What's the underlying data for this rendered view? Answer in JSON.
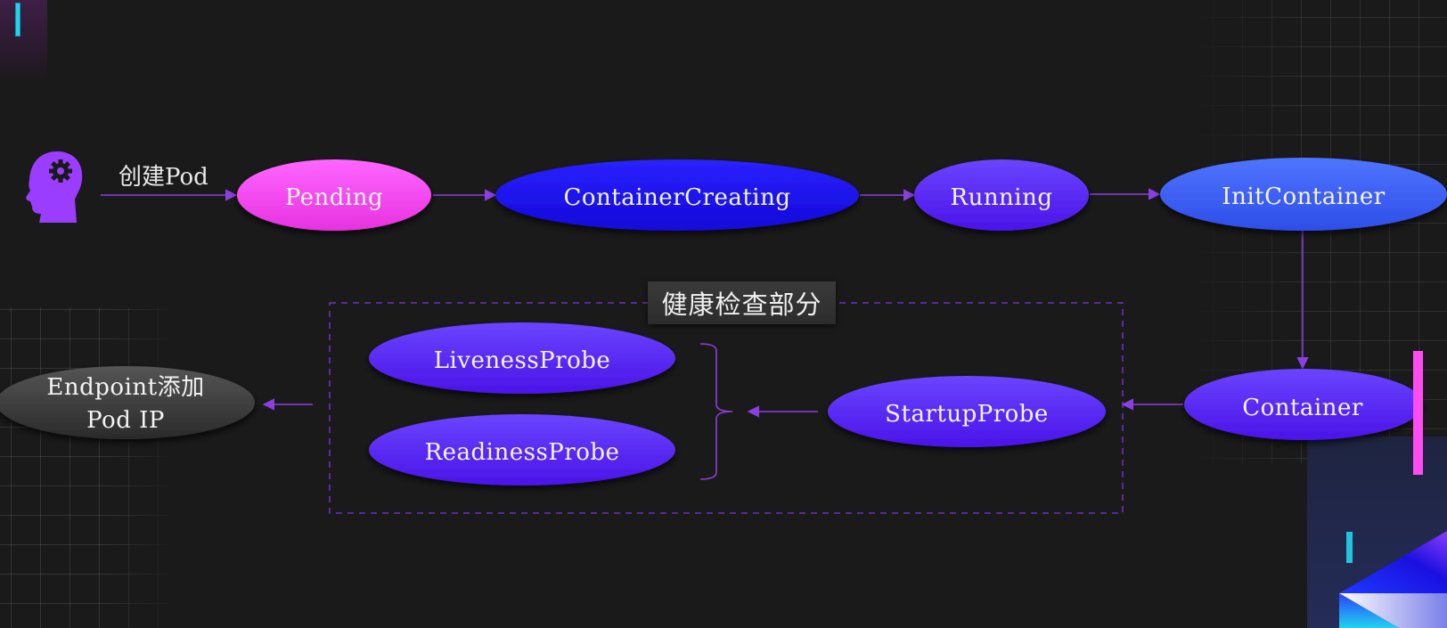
{
  "diagram": {
    "title": "Pod lifecycle flow",
    "start": {
      "icon": "user-head-gear-icon",
      "edge_label": "创建Pod"
    },
    "nodes": {
      "pending": "Pending",
      "container_creating": "ContainerCreating",
      "running": "Running",
      "init_container": "InitContainer",
      "container": "Container",
      "startup_probe": "StartupProbe",
      "liveness_probe": "LivenessProbe",
      "readiness_probe": "ReadinessProbe",
      "endpoint": "Endpoint添加Pod IP"
    },
    "health_check_group": {
      "title": "健康检查部分"
    },
    "edges": [
      [
        "start",
        "pending"
      ],
      [
        "pending",
        "container_creating"
      ],
      [
        "container_creating",
        "running"
      ],
      [
        "running",
        "init_container"
      ],
      [
        "init_container",
        "container"
      ],
      [
        "container",
        "startup_probe"
      ],
      [
        "startup_probe",
        "liveness_probe+readiness_probe"
      ],
      [
        "health_check_group",
        "endpoint"
      ]
    ],
    "colors": {
      "background": "#1a1a1a",
      "arrow": "#8b3fe0",
      "pending": "#ff4cf0",
      "container_creating": "#1a12f0",
      "running": "#5a2cf5",
      "init_container": "#3f62f5",
      "probe": "#5a2cf5",
      "endpoint": "#3a3a3a",
      "group_border": "#6a2fc0"
    }
  }
}
